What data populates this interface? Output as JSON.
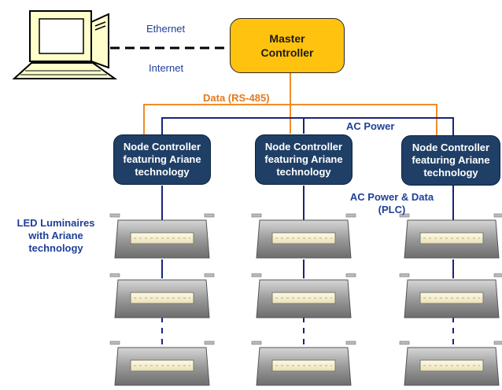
{
  "master": {
    "label": "Master\nController"
  },
  "links": {
    "ethernet": "Ethernet",
    "internet": "Internet"
  },
  "buses": {
    "data": "Data (RS-485)",
    "ac_power": "AC Power",
    "plc": "AC Power & Data\n(PLC)"
  },
  "nodes": [
    {
      "label": "Node Controller featuring Ariane technology"
    },
    {
      "label": "Node Controller featuring Ariane technology"
    },
    {
      "label": "Node Controller featuring Ariane technology"
    }
  ],
  "luminaires": {
    "label": "LED Luminaires\nwith Ariane\ntechnology",
    "count_per_column": 3
  },
  "colors": {
    "data_bus": "#f28c28",
    "power_bus": "#1a237e",
    "master_fill": "#ffc20e",
    "node_fill": "#1f3f66",
    "label_blue": "#1f3f99"
  },
  "icons": [
    "computer-icon",
    "led-luminaire-icon"
  ]
}
